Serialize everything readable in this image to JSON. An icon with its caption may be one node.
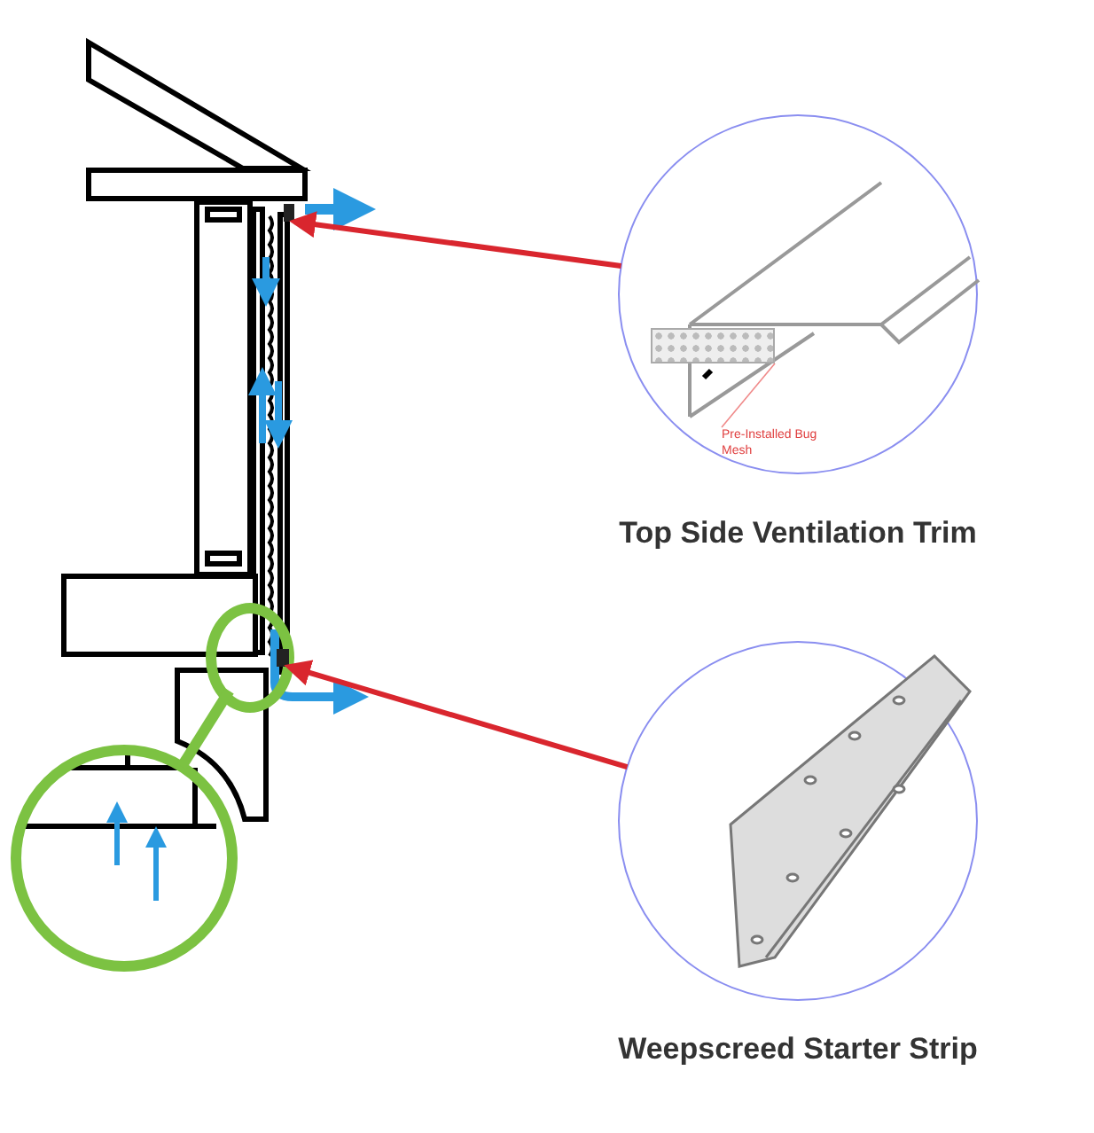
{
  "diagram": {
    "nodes": [
      {
        "text": [],
        "shape": "bar"
      },
      {
        "text": [
          "Top Side Ventilation Trim"
        ]
      },
      {
        "text": [
          "Pre-Installed Bug Mesh"
        ],
        "in": 1
      },
      {
        "text": [],
        "shape": "box",
        "in": 1
      },
      {
        "text": [],
        "shape": "circle"
      },
      {
        "text": [],
        "shape": "bar",
        "in": 4
      },
      {
        "text": [
          "Weepscreed Starter Strip"
        ]
      },
      {
        "text": [],
        "shape": "circle"
      }
    ],
    "edges": [
      {
        "from": 1,
        "to": 0,
        "arrow": "to",
        "color": "#d9262e"
      },
      {
        "from": 2,
        "to": 3,
        "arrow": "none",
        "color": "#f08a8a"
      },
      {
        "from": 6,
        "to": 5,
        "arrow": "to",
        "color": "#d9262e"
      },
      {
        "from": 4,
        "to": 7,
        "arrow": "none",
        "style": "thick",
        "color": "#7cc242"
      }
    ]
  }
}
